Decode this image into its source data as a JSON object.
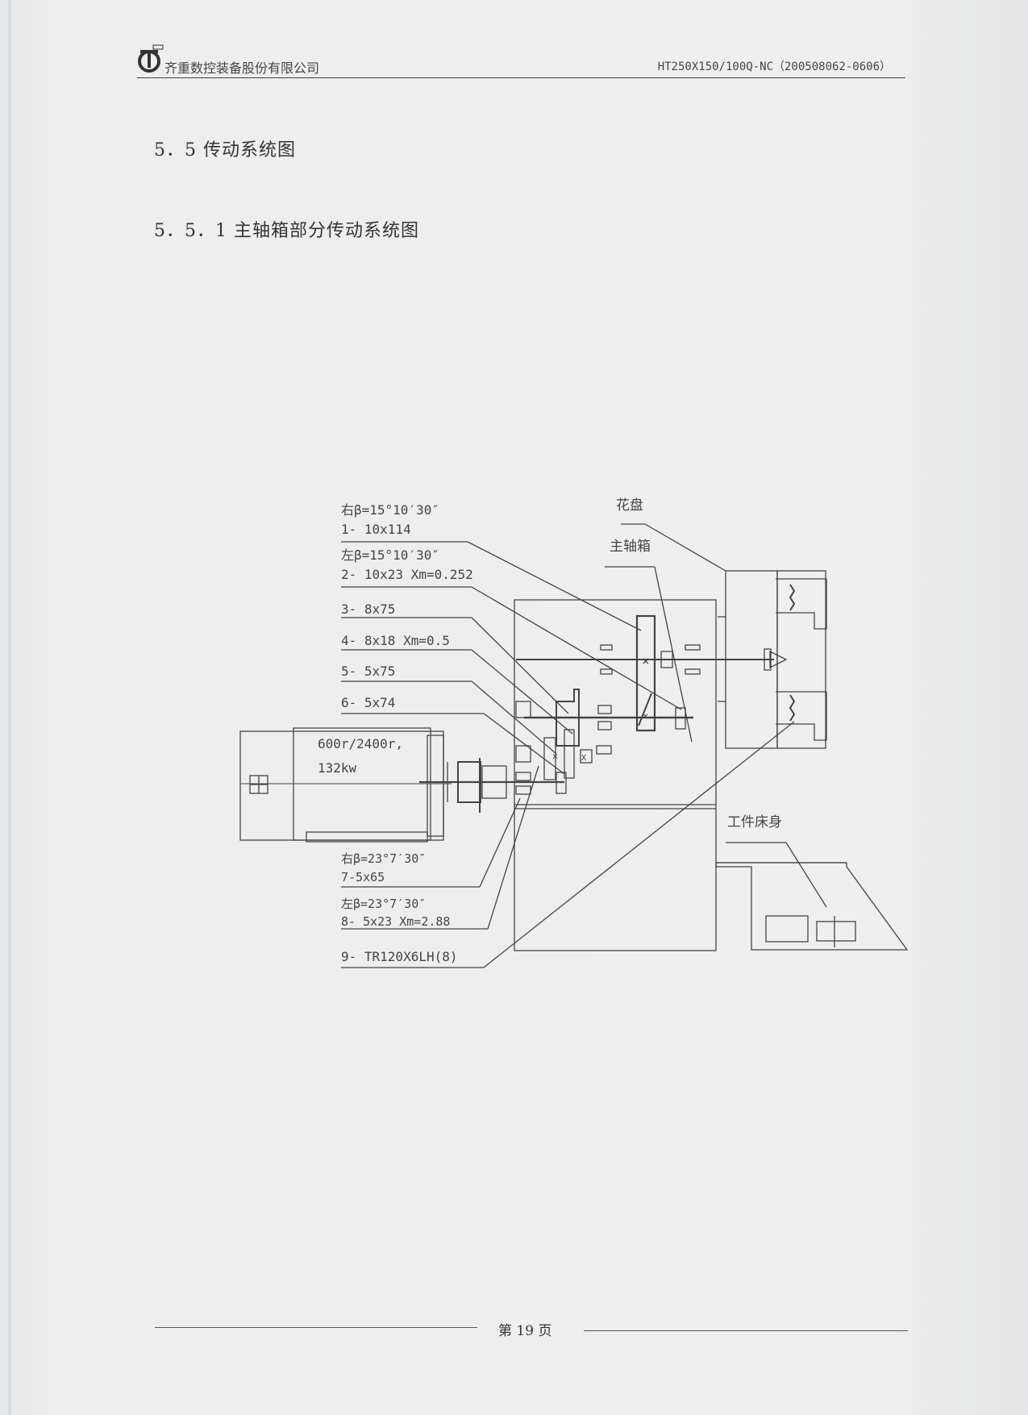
{
  "header": {
    "company": "齐重数控装备股份有限公司",
    "doc_number": "HT250X150/100Q-NC（200508062-0606）"
  },
  "section": {
    "title": "5．5 传动系统图",
    "subtitle": "5．5．1 主轴箱部分传动系统图"
  },
  "diagram": {
    "labels": {
      "faceplate": "花盘",
      "headstock": "主轴箱",
      "bed": "工件床身"
    },
    "motor": {
      "speed": "600r/2400r,",
      "power": "132kw"
    },
    "gears": [
      {
        "line1": "右β=15°10′30″",
        "line2": "1- 10x114"
      },
      {
        "line1": "左β=15°10′30″",
        "line2": "2- 10x23 Xm=0.252"
      },
      {
        "line1": "",
        "line2": "3- 8x75"
      },
      {
        "line1": "",
        "line2": "4- 8x18 Xm=0.5"
      },
      {
        "line1": "",
        "line2": "5- 5x75"
      },
      {
        "line1": "",
        "line2": "6- 5x74"
      },
      {
        "line1": "右β=23°7′30″",
        "line2": "7-5x65"
      },
      {
        "line1": "左β=23°7′30″",
        "line2": "8- 5x23  Xm=2.88"
      },
      {
        "line1": "",
        "line2": "9- TR120X6LH(8)"
      }
    ]
  },
  "footer": {
    "page": "第 19 页"
  }
}
